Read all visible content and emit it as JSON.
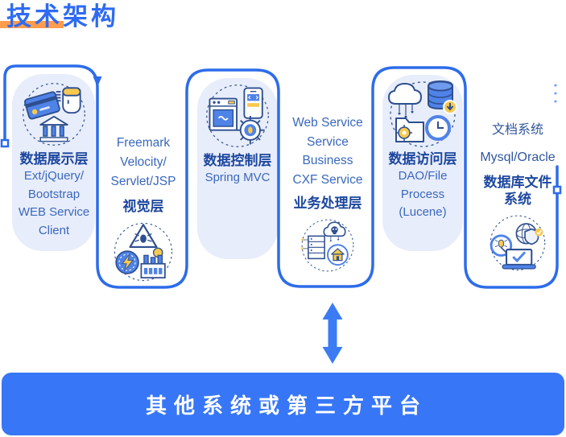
{
  "title": {
    "text": "技术架构"
  },
  "columns": [
    {
      "id": "display-layer",
      "heading": "数据展示层",
      "lines": [
        "Ext/jQuery/",
        "Bootstrap",
        "WEB Service",
        "Client"
      ]
    },
    {
      "id": "visual-layer",
      "heading": "视觉层",
      "lines": [
        "Freemark",
        "Velocity/",
        "Servlet/JSP"
      ]
    },
    {
      "id": "control-layer",
      "heading": "数据控制层",
      "lines": [
        "Spring MVC"
      ]
    },
    {
      "id": "business-layer",
      "heading": "业务处理层",
      "lines": [
        "Web Service",
        "Service",
        "Business",
        "CXF Service"
      ]
    },
    {
      "id": "access-layer",
      "heading": "数据访问层",
      "lines": [
        "DAO/File",
        "Process",
        "(Lucene)"
      ]
    },
    {
      "id": "db-file-layer",
      "heading": "数据库文件系统",
      "lines": [
        "文档系统",
        "Mysql/Oracle"
      ]
    }
  ],
  "bottom_bar": {
    "label": "其他系统或第三方平台"
  },
  "icons": {
    "display-layer": [
      "credit-card",
      "id-face",
      "bank-building"
    ],
    "visual-layer": [
      "bug-warning-triangle",
      "coin",
      "lightning-bolt",
      "factory"
    ],
    "control-layer": [
      "oven-appliance",
      "mobile-code",
      "gear-bug"
    ],
    "business-layer": [
      "skull-cloud",
      "server-rack",
      "smart-home"
    ],
    "access-layer": [
      "cloud",
      "database-download",
      "folder-gear",
      "clock"
    ],
    "db-file-layer": [
      "gauge-bug",
      "globe-shield",
      "laptop-check"
    ]
  },
  "colors": {
    "title_blue": "#2f6bf2",
    "highlight_orange": "#ff9c4d",
    "flow_line_blue": "#2d6cea",
    "pill_background": "#e8edfb",
    "heading_navy": "#1d479e",
    "text_blue": "#3a68bb",
    "bar_blue": "#3776f6",
    "bar_text": "#ffffff",
    "icon_navy": "#2e4f8f",
    "icon_blue": "#4f83e8",
    "icon_yellow": "#f8c94e"
  }
}
